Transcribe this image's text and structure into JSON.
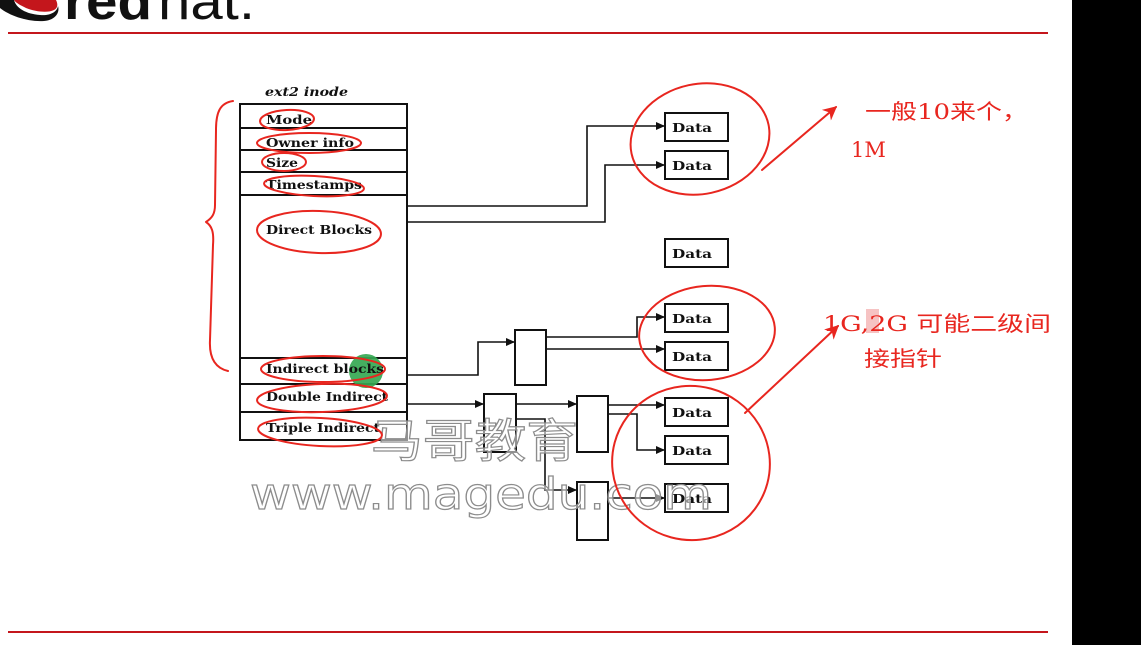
{
  "logo": {
    "icon": "redhat-shadowman-icon",
    "text_bold": "red",
    "text_light": "hat."
  },
  "colors": {
    "brand_red": "#c4161c",
    "annotation_red": "#e8261f",
    "cursor_green": "#35a853",
    "watermark_gray": "#8c8c8c",
    "diagram_ink": "#111111",
    "right_bar": "#000000"
  },
  "diagram": {
    "title": "ext2 inode",
    "inode_fields": [
      "Mode",
      "Owner info",
      "Size",
      "Timestamps",
      "Direct Blocks",
      "Indirect blocks",
      "Double Indirect",
      "Triple Indirect"
    ],
    "data_blocks": [
      "Data",
      "Data",
      "Data",
      "Data",
      "Data",
      "Data",
      "Data",
      "Data"
    ]
  },
  "annotations": {
    "direct_note": [
      "一般10来个，",
      "1M"
    ],
    "indirect_note": [
      "1G,2G 可能二级间",
      "接指针"
    ]
  },
  "watermark": {
    "line1": "马哥教育",
    "line2": "www.magedu.com"
  }
}
